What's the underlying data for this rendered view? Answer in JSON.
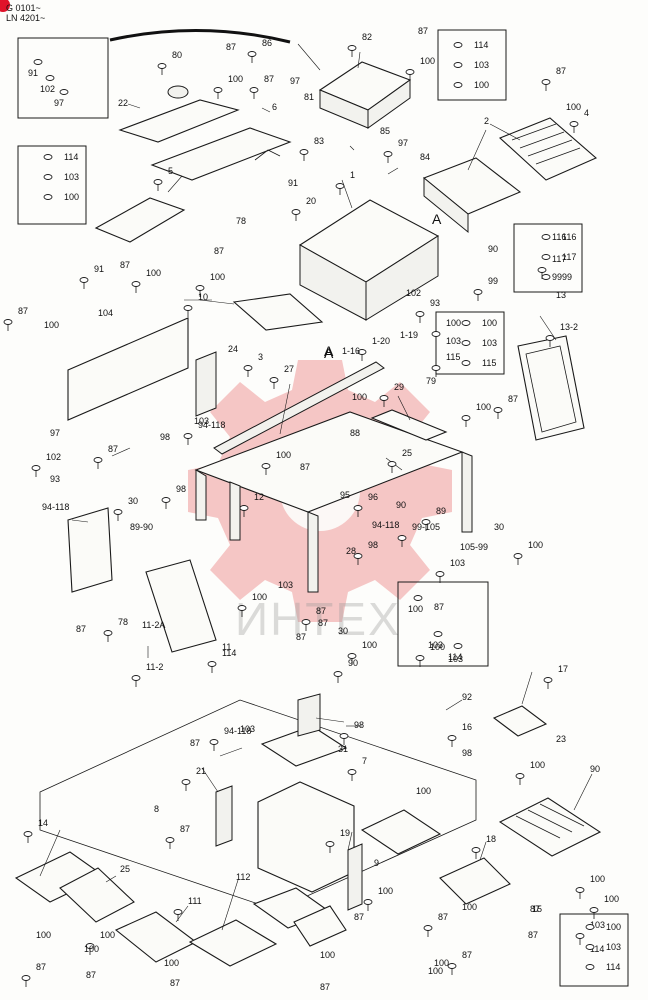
{
  "header": {
    "serial_line_1": "G 0101~",
    "serial_line_2": "LN 4201~"
  },
  "diagram": {
    "watermark_text": "ИНТЕХ",
    "section_marks": [
      "A",
      "A"
    ],
    "inset_boxes": [
      {
        "id": "inset-top-left",
        "labels": [
          "91",
          "102",
          "97"
        ]
      },
      {
        "id": "inset-left",
        "labels": [
          "114",
          "103",
          "100"
        ]
      },
      {
        "id": "inset-top-right",
        "labels": [
          "114",
          "103",
          "100"
        ]
      },
      {
        "id": "inset-right-1",
        "labels": [
          "116",
          "117",
          "99"
        ]
      },
      {
        "id": "inset-right-2",
        "labels": [
          "100",
          "103",
          "115"
        ]
      },
      {
        "id": "inset-center",
        "labels": [
          "100",
          "103",
          "114"
        ]
      },
      {
        "id": "inset-bottom-right",
        "labels": [
          "100",
          "103",
          "114"
        ]
      }
    ],
    "part_labels": [
      "80",
      "87",
      "100",
      "22",
      "87",
      "6",
      "86",
      "97",
      "82",
      "87",
      "100",
      "81",
      "87",
      "100",
      "4",
      "2",
      "83",
      "85",
      "97",
      "84",
      "1",
      "91",
      "20",
      "78",
      "5",
      "87",
      "100",
      "90",
      "99",
      "116",
      "117",
      "99",
      "91",
      "87",
      "100",
      "104",
      "87",
      "100",
      "10",
      "24",
      "3",
      "102",
      "93",
      "1-19",
      "1-20",
      "1-16",
      "100",
      "103",
      "115",
      "13",
      "13-2",
      "A",
      "27",
      "79",
      "100",
      "88",
      "29",
      "100",
      "87",
      "103",
      "94-118",
      "98",
      "87",
      "97",
      "102",
      "93",
      "100",
      "87",
      "25",
      "95",
      "96",
      "90",
      "89",
      "94-118",
      "98",
      "30",
      "100",
      "87",
      "30",
      "89-90",
      "99-105",
      "105-99",
      "103",
      "94-118",
      "12",
      "28",
      "98",
      "103",
      "100",
      "87",
      "78",
      "11-2A",
      "11-2",
      "11",
      "87",
      "30",
      "100",
      "87",
      "100",
      "103",
      "114",
      "87",
      "90",
      "92",
      "16",
      "98",
      "17",
      "23",
      "100",
      "87",
      "94-118",
      "103",
      "98",
      "31",
      "7",
      "90",
      "21",
      "8",
      "87",
      "100",
      "14",
      "25",
      "111",
      "112",
      "19",
      "9",
      "100",
      "87",
      "18",
      "15",
      "100",
      "87",
      "100",
      "87",
      "100",
      "100",
      "87",
      "100",
      "87",
      "100",
      "87",
      "100",
      "87",
      "100",
      "87",
      "100",
      "87",
      "100",
      "103",
      "114"
    ]
  }
}
